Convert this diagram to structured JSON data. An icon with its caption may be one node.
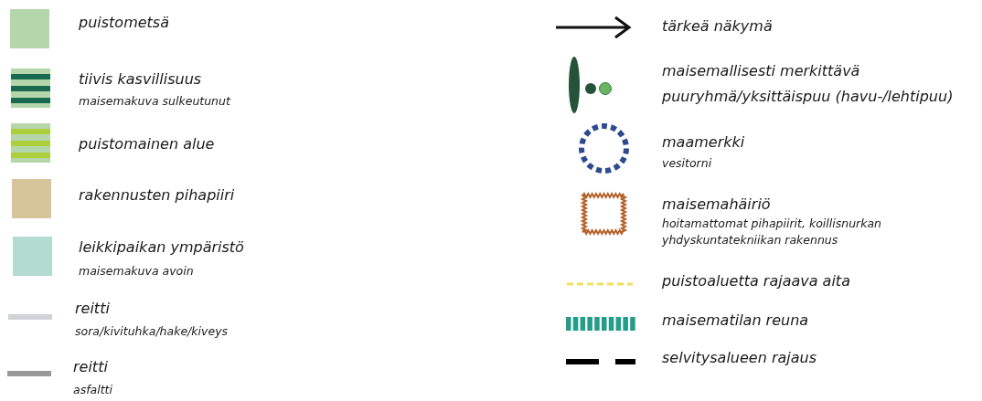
{
  "diagram": {
    "legend": [
      {
        "text": "puistometsä",
        "color": "#b5d6ab"
      },
      {
        "text": "tiivis kasvillisuus"
      },
      {
        "text": "puistomainen alue"
      },
      {
        "text": "rakennusten pihapiiri",
        "color": "#d6c59a"
      },
      {
        "text": "leikkipaikan ympäristö",
        "color": "#b3dbd2"
      },
      {
        "text": "reitti"
      },
      {
        "text": "reitti"
      },
      {
        "text": "tärkeä näkymä"
      },
      {
        "text": "maisemallisesti merkittävä puuryhmä/yksittäispuu (havu-/lehtipuu)"
      },
      {
        "text": "maamerkki"
      },
      {
        "text": "maisemahäiriö"
      },
      {
        "text": "puistoaluetta rajaava aita"
      },
      {
        "text": "maisematilan reuna"
      },
      {
        "text": "selvitysalueen rajaus"
      }
    ],
    "labels": [
      "maisemakuva sulkeutunut",
      "maisemakuva avoin",
      "sora/kivituhka/hake/kiveys",
      "asfaltti",
      "vesitorni",
      "hoitamattomat pihapiirit, koillisnurkan yhdyskuntatekniikan rakennus"
    ]
  }
}
